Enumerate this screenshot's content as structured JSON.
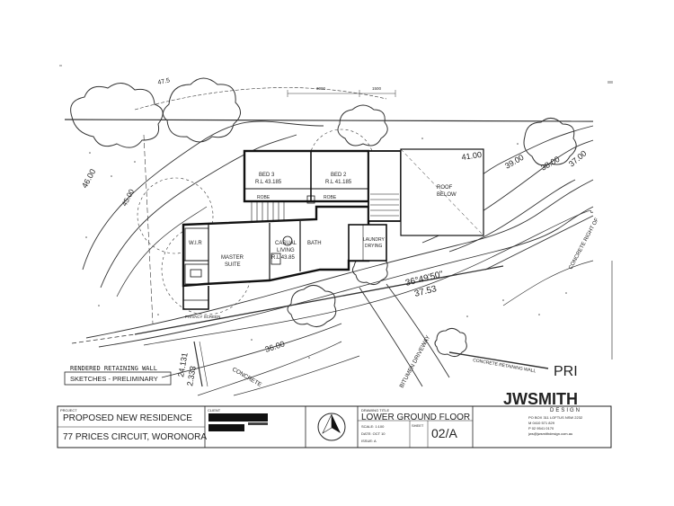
{
  "plan": {
    "rooms": {
      "bed3": "BED 3",
      "bed3_rl": "R.L 43.185",
      "bed2": "BED 2",
      "bed2_rl": "R.L 41.185",
      "robe_a": "ROBE",
      "robe_b": "ROBE",
      "casual_living": "CASUAL",
      "casual_living_2": "LIVING",
      "casual_rl": "R.L 43.85",
      "bath": "BATH",
      "laundry": "LAUNDRY",
      "laundry_2": "DRYING",
      "wir": "W.I.R",
      "master": "MASTER",
      "master_2": "SUITE",
      "roof_below": "ROOF",
      "roof_below_2": "BELOW",
      "privacy_screen": "PRIVACY SCREEN"
    },
    "contours": {
      "c46": "46.00",
      "c45": "45.00",
      "c39": "39.00",
      "c38": "38.00",
      "c37": "37.00",
      "c36": "36.00",
      "c41": "41.00"
    },
    "annotations": {
      "bearing": "36°49'50\"",
      "bearing_dist": "37.53",
      "top_bearing": "47.5",
      "dim_a": "3000",
      "dim_b": "1500",
      "retaining_wall": "RENDERED RETAINING WALL",
      "concrete_retaining": "CONCRETE RETAINING WALL",
      "driveway": "BITUMEN DRIVEWAY",
      "concrete_right": "CONCRETE RIGHT OF",
      "concrete_left": "CONCRETE",
      "side_dim": "2.333",
      "side_dim2": "24.131",
      "pri_fragment": "PRI"
    }
  },
  "title_block": {
    "sketches_label": "SKETCHES - PRELIMINARY",
    "project_caption": "PROJECT",
    "project_name": "PROPOSED NEW RESIDENCE",
    "address": "77 PRICES CIRCUIT, WORONORA",
    "client_caption": "CLIENT",
    "drawing_title_caption": "DRAWING TITLE",
    "drawing_title": "LOWER GROUND FLOOR",
    "scale": "SCALE: 1:100",
    "date": "DATE: OCT 10",
    "issue": "ISSUE: A",
    "sheet_caption": "SHEET",
    "sheet_number": "02/A",
    "logo_main": "JWSMITH",
    "logo_sub": "DESIGN",
    "contact_1": "PO BOX 311 LOFTUS NSW 2232",
    "contact_2": "M 0410 571 829",
    "contact_3": "P 02 9541 0170",
    "contact_4": "jws@jwsmithdesign.com.au"
  }
}
